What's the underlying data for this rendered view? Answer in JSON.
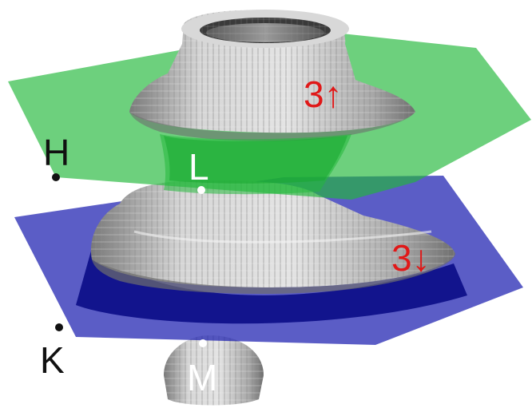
{
  "labels": {
    "h": "H",
    "k": "K",
    "l": "L",
    "m": "M",
    "arrow_up": "3↑",
    "arrow_down": "3↓"
  },
  "colors": {
    "green_plane": "#22b83a",
    "blue_plane": "#1c1fb0",
    "blue_plane_edge": "#0a0c86",
    "object_gray": "#c9c9c9",
    "object_shadow": "#6e6e6e",
    "red_label": "#e01818",
    "black_label": "#111111",
    "white_label": "#ffffff"
  }
}
